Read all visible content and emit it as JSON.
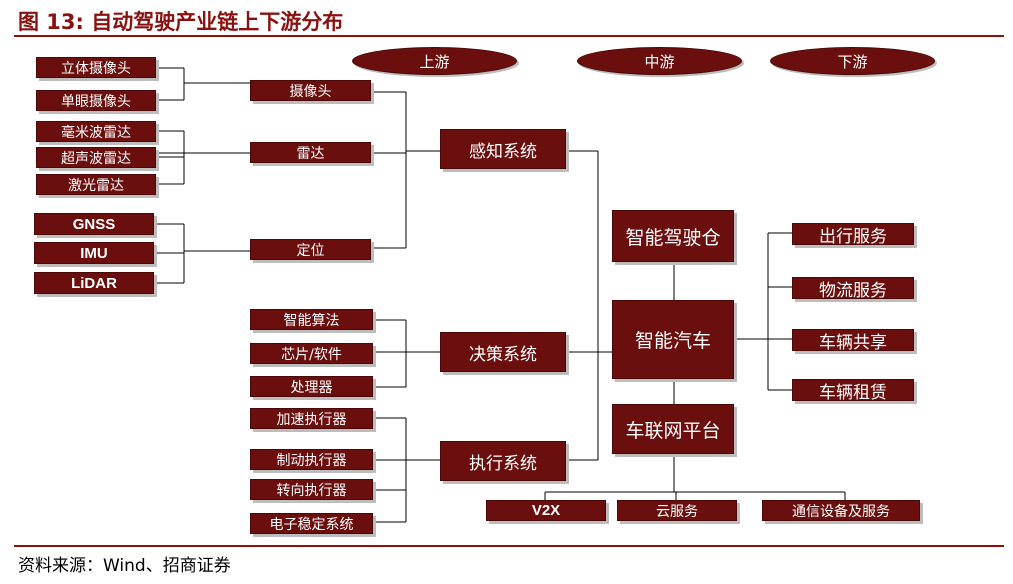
{
  "title": "图 13: 自动驾驶产业链上下游分布",
  "source": "资料来源：Wind、招商证券",
  "stages": {
    "upstream": "上游",
    "midstream": "中游",
    "downstream": "下游"
  },
  "components": {
    "stereo_camera": "立体摄像头",
    "mono_camera": "单眼摄像头",
    "mmwave_radar": "毫米波雷达",
    "ultrasonic_radar": "超声波雷达",
    "lidar_radar": "激光雷达",
    "gnss": "GNSS",
    "imu": "IMU",
    "lidar": "LiDAR",
    "algorithm": "智能算法",
    "chip_software": "芯片/软件",
    "processor": "处理器",
    "accel_actuator": "加速执行器",
    "brake_actuator": "制动执行器",
    "steer_actuator": "转向执行器",
    "esc": "电子稳定系统"
  },
  "subsystems": {
    "camera": "摄像头",
    "radar": "雷达",
    "positioning": "定位"
  },
  "systems": {
    "perception": "感知系统",
    "decision": "决策系统",
    "execution": "执行系统"
  },
  "core": {
    "cockpit": "智能驾驶仓",
    "smart_car": "智能汽车",
    "iov_platform": "车联网平台"
  },
  "iov_services": {
    "v2x": "V2X",
    "cloud": "云服务",
    "telecom": "通信设备及服务"
  },
  "downstream_services": {
    "mobility": "出行服务",
    "logistics": "物流服务",
    "car_sharing": "车辆共享",
    "car_rental": "车辆租赁"
  },
  "colors": {
    "box_fill": "#6b0e0e",
    "title": "#8b1111",
    "rule": "#8b1111",
    "shadow": "#bdbdbd"
  }
}
